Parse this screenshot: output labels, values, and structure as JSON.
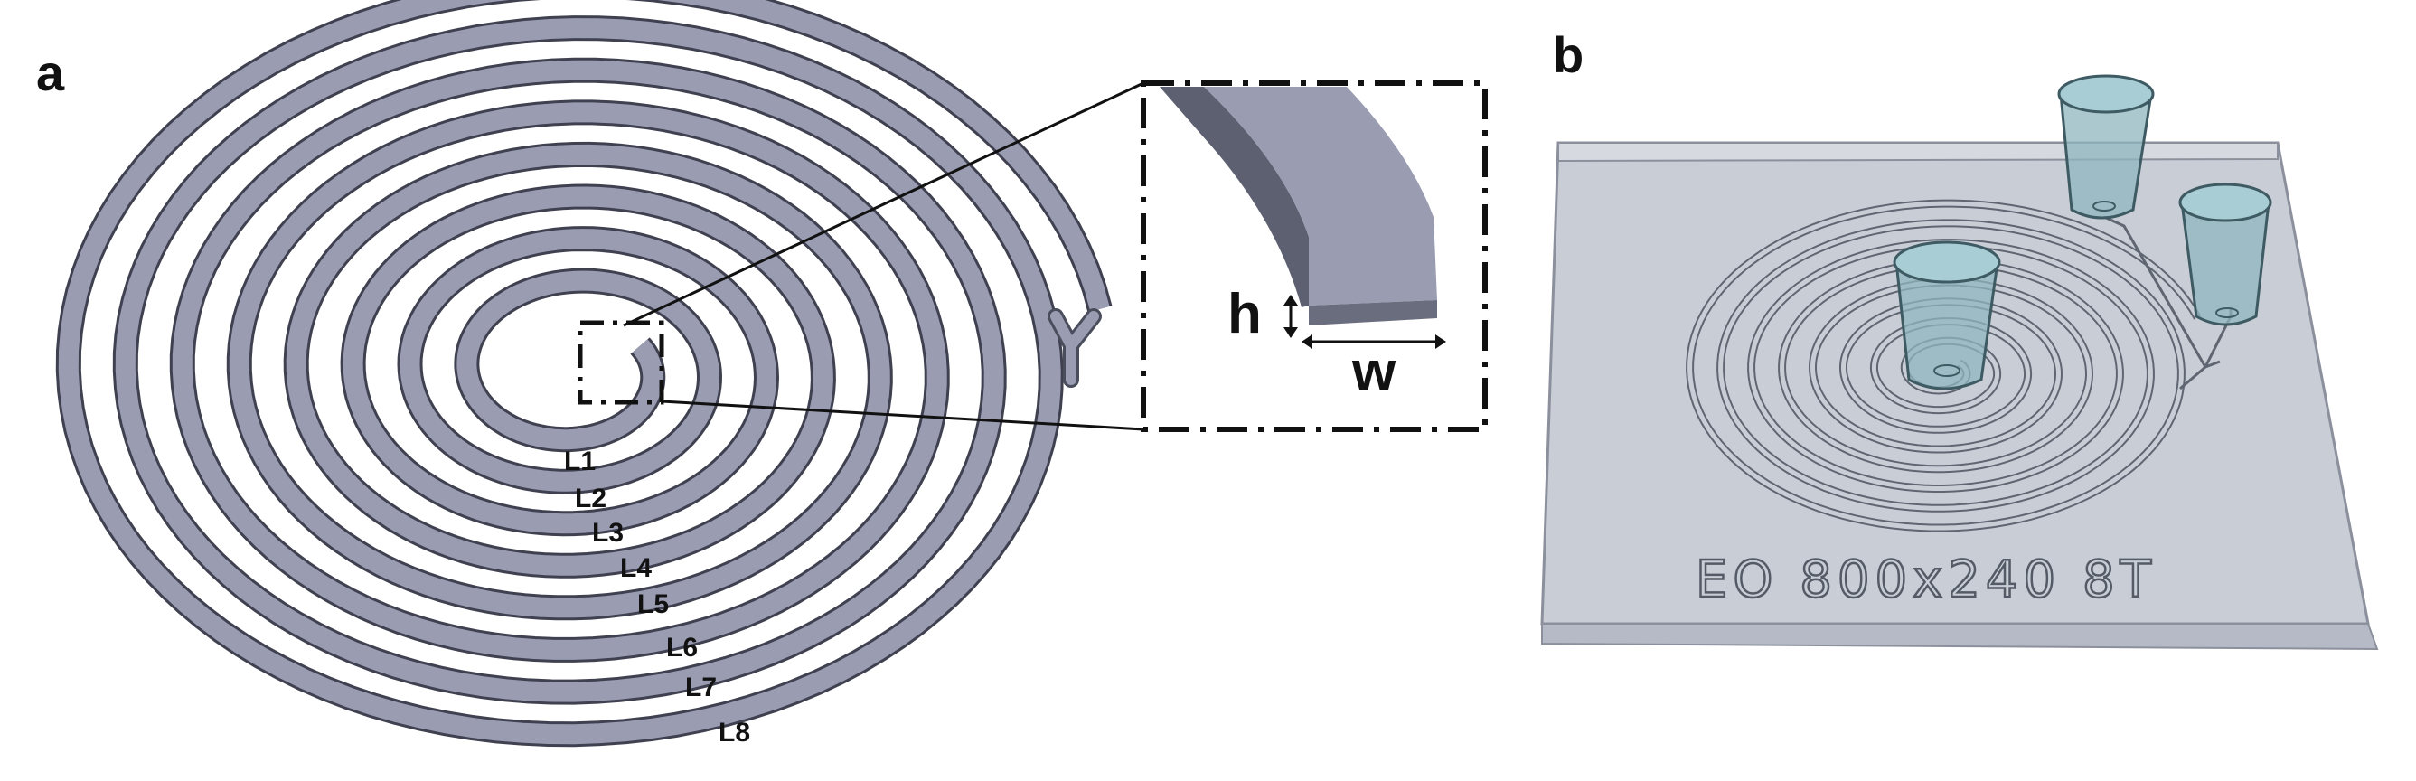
{
  "panels": {
    "a": {
      "label": "a"
    },
    "b": {
      "label": "b"
    }
  },
  "spiral": {
    "turn_labels": [
      "L1",
      "L2",
      "L3",
      "L4",
      "L5",
      "L6",
      "L7",
      "L8"
    ],
    "color": "#9a9db2"
  },
  "inset": {
    "height_label": "h",
    "width_label": "w"
  },
  "chip": {
    "engraving": "EO 800x240 8T",
    "color": "#c9cdd6"
  }
}
